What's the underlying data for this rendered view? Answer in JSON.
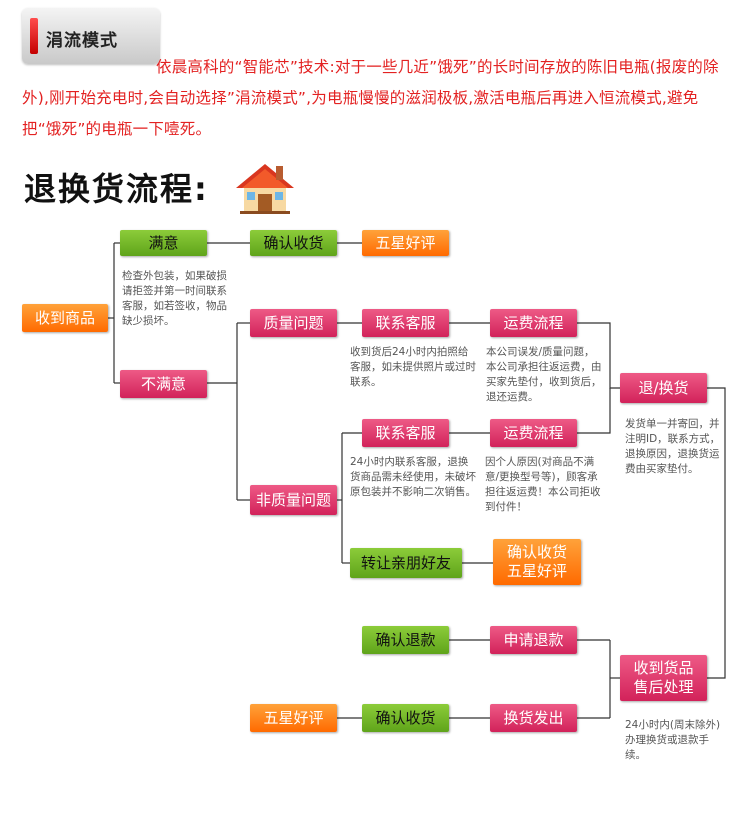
{
  "trickle_mode": {
    "title": "涓流模式",
    "description": "依晨高科的“智能芯”技术:对于一些几近”饿死”的长时间存放的陈旧电瓶(报废的除外),刚开始充电时,会自动选择”涓流模式”,为电瓶慢慢的滋润极板,激活电瓶后再进入恒流模式,避免把“饿死”的电瓶一下噎死。"
  },
  "section_title": "退换货流程:",
  "flow": {
    "received": "收到商品",
    "satisfied": "满意",
    "satisfied_note": "检查外包装，如果破损请拒签并第一时间联系客服，如若签收，物品缺少损坏。",
    "confirm_receipt_1": "确认收货",
    "five_star_1": "五星好评",
    "unsatisfied": "不满意",
    "quality_issue": "质量问题",
    "contact_cs_1": "联系客服",
    "contact_cs_1_note": "收到货后24小时内拍照给客服，如未提供照片或过时联系。",
    "shipping_flow_1": "运费流程",
    "shipping_flow_1_note": "本公司误发/质量问题，本公司承担往返运费，由买家先垫付，收到货后，退还运费。",
    "return_exchange": "退/换货",
    "return_exchange_note": "发货单一并寄回，并注明ID，联系方式，退换原因，退换货运费由买家垫付。",
    "non_quality_issue": "非质量问题",
    "contact_cs_2": "联系客服",
    "contact_cs_2_note": "24小时内联系客服，退换货商品需未经使用，未破坏原包装并不影响二次销售。",
    "shipping_flow_2": "运费流程",
    "shipping_flow_2_note": "因个人原因(对商品不满意/更换型号等)，顾客承担往返运费！本公司拒收到付件！",
    "transfer_friends": "转让亲朋好友",
    "confirm_five_star": "确认收货\n五星好评",
    "confirm_refund": "确认退款",
    "apply_refund": "申请退款",
    "after_sales": "收到货品\n售后处理",
    "after_sales_note": "24小时内(周末除外)办理换货或退款手续。",
    "five_star_2": "五星好评",
    "confirm_receipt_2": "确认收货",
    "exchange_shipped": "换货发出"
  },
  "colors": {
    "intro_text": "#e32222",
    "pink_box": "#d2225a",
    "green_box": "#5fa41a",
    "orange_box": "#ff6a00",
    "connector": "#333333"
  },
  "icons": [
    "house-icon"
  ]
}
